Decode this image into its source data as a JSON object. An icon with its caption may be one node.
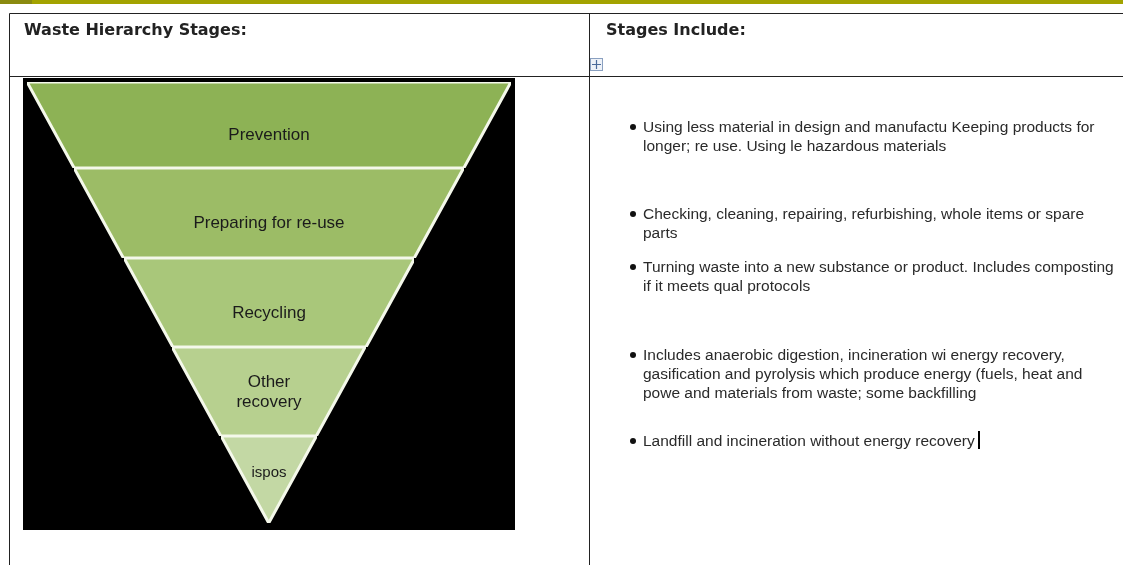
{
  "diagram": {
    "nodes": [
      {
        "text": [
          "Prevention"
        ]
      },
      {
        "text": [
          "Preparing for re-use"
        ]
      },
      {
        "text": [
          "Recycling"
        ]
      },
      {
        "text": [
          "Other recovery"
        ]
      },
      {
        "text": [
          "ispos"
        ]
      }
    ],
    "labels": [
      "Waste Hierarchy Stages:",
      "Stages Include:",
      "Using less material in design and manufactu Keeping products for longer; re use. Using le hazardous materials",
      "Checking, cleaning, repairing, refurbishing, whole items or spare parts",
      "Turning waste into a new substance or product. Includes composting if it meets qual protocols",
      "Includes anaerobic digestion, incineration wi energy recovery, gasification and pyrolysis which produce energy (fuels, heat and powe and materials from waste; some backfilling",
      "Landfill and incineration without energy recovery"
    ]
  }
}
